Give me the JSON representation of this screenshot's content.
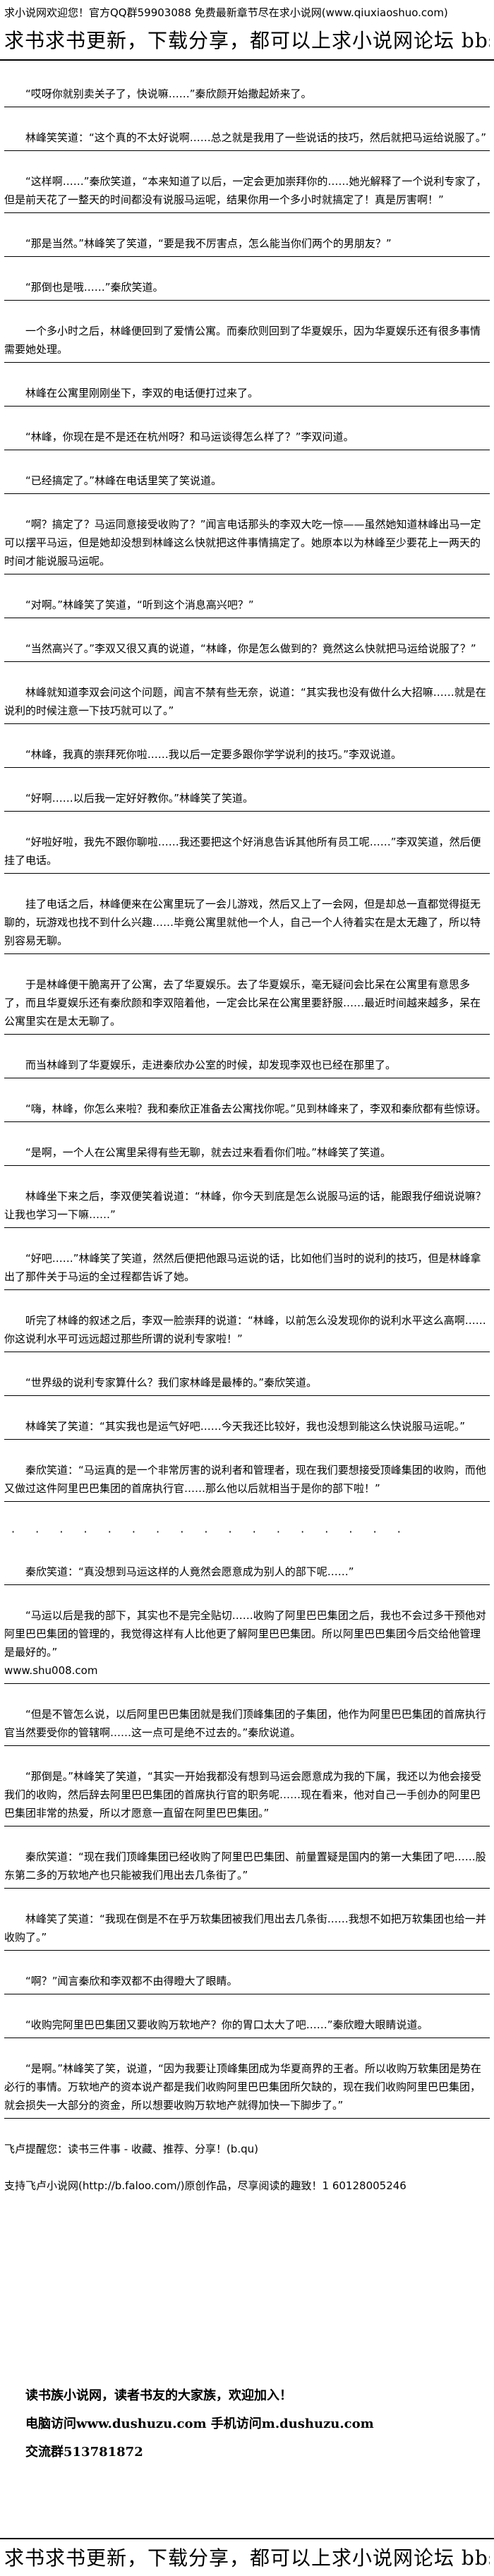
{
  "header": {
    "notice": "求小说网欢迎您！官方QQ群59903088 免费最新章节尽在求小说网(www.qiuxiaoshuo.com)",
    "banner": "求书求书更新，下载分享，都可以上求小说网论坛 bbs.qiuxiaoshuo.com"
  },
  "story": {
    "p1": "“哎呀你就别卖关子了，快说嘛……”秦欣颜开始撒起娇来了。",
    "p2": "林峰笑笑道：“这个真的不太好说啊……总之就是我用了一些说话的技巧，然后就把马运给说服了。”",
    "p3": "“这样啊……”秦欣笑道，“本来知道了以后，一定会更加崇拜你的……她光解释了一个说利专家了，但是前天花了一整天的时间都没有说服马运呢，结果你用一个多小时就搞定了！真是厉害啊！”",
    "p4": "“那是当然。”林峰笑了笑道，“要是我不厉害点，怎么能当你们两个的男朋友？”",
    "p5": "“那倒也是哦……”秦欣笑道。",
    "p6": "一个多小时之后，林峰便回到了爱情公寓。而秦欣则回到了华夏娱乐，因为华夏娱乐还有很多事情需要她处理。",
    "p7": "林峰在公寓里刚刚坐下，李双的电话便打过来了。",
    "p8": "“林峰，你现在是不是还在杭州呀？和马运谈得怎么样了？”李双问道。",
    "p9": "“已经搞定了。”林峰在电话里笑了笑说道。",
    "p10": "“啊？搞定了？马运同意接受收购了？”闻言电话那头的李双大吃一惊——虽然她知道林峰出马一定可以摆平马运，但是她却没想到林峰这么快就把这件事情搞定了。她原本以为林峰至少要花上一两天的时间才能说服马运呢。",
    "p11": "“对啊。”林峰笑了笑道，“听到这个消息高兴吧？”",
    "p12": "“当然高兴了。”李双又很又真的说道，“林峰，你是怎么做到的？竟然这么快就把马运给说服了？”",
    "p13": "林峰就知道李双会问这个问题，闻言不禁有些无奈，说道：“其实我也没有做什么大招嘛……就是在说利的时候注意一下技巧就可以了。”",
    "p14": "“林峰，我真的崇拜死你啦……我以后一定要多跟你学学说利的技巧。”李双说道。",
    "p15": "“好啊……以后我一定好好教你。”林峰笑了笑道。",
    "p16": "“好啦好啦，我先不跟你聊啦……我还要把这个好消息告诉其他所有员工呢……”李双笑道，然后便挂了电话。",
    "p17": "挂了电话之后，林峰便来在公寓里玩了一会儿游戏，然后又上了一会网，但是却总一直都觉得挺无聊的，玩游戏也找不到什么兴趣……毕竟公寓里就他一个人，自己一个人待着实在是太无趣了，所以特别容易无聊。",
    "p18": "于是林峰便干脆离开了公寓，去了华夏娱乐。去了华夏娱乐，毫无疑问会比呆在公寓里有意思多了，而且华夏娱乐还有秦欣颜和李双陪着他，一定会比呆在公寓里要舒服……最近时间越来越多，呆在公寓里实在是太无聊了。",
    "p19": "而当林峰到了华夏娱乐，走进秦欣办公室的时候，却发现李双也已经在那里了。",
    "p20": "“嗨，林峰，你怎么来啦？我和秦欣正准备去公寓找你呢。”见到林峰来了，李双和秦欣都有些惊讶。",
    "p21": "“是啊，一个人在公寓里呆得有些无聊，就去过来看看你们啦。”林峰笑了笑道。",
    "p22": "林峰坐下来之后，李双便笑着说道：“林峰，你今天到底是怎么说服马运的话，能跟我仔细说说嘛？让我也学习一下嘛……”",
    "p23": "“好吧……”林峰笑了笑道，然然后便把他跟马运说的话，比如他们当时的说利的技巧，但是林峰拿出了那件关于马运的全过程都告诉了她。",
    "p24": "听完了林峰的叙述之后，李双一脸崇拜的说道：“林峰，以前怎么没发现你的说利水平这么高啊……你这说利水平可远远超过那些所谓的说利专家啦！”",
    "p25": "“世界级的说利专家算什么？我们家林峰是最棒的。”秦欣笑道。",
    "p26": "林峰笑了笑道：“其实我也是运气好吧……今天我还比较好，我也没想到能这么快说服马运呢。”",
    "p27": "秦欣笑道：“马运真的是一个非常厉害的说利者和管理者，现在我们要想接受顶峰集团的收购，而他又做过这件阿里巴巴集团的首席执行官……那么他以后就相当于是你的部下啦！”",
    "dots": "· · · · · · · · · · · · · · · · ·",
    "p28": "秦欣笑道：“真没想到马运这样的人竟然会愿意成为别人的部下呢……”",
    "p29": "“马运以后是我的部下，其实也不是完全贴切……收购了阿里巴巴集团之后，我也不会过多干预他对阿里巴巴集团的管理的，我觉得这样有人比他更了解阿里巴巴集团。所以阿里巴巴集团今后交给他管理是最好的。”",
    "p29b": "www.shu008.com",
    "p30": "“但是不管怎么说，以后阿里巴巴集团就是我们顶峰集团的子集团，他作为阿里巴巴集团的首席执行官当然要受你的管辖啊……这一点可是绝不过去的。”秦欣说道。",
    "p31": "“那倒是。”林峰笑了笑道，“其实一开始我都没有想到马运会愿意成为我的下属，我还以为他会接受我们的收购，然后辞去阿里巴巴集团的首席执行官的职务呢……现在看来，他对自己一手创办的阿里巴巴集团非常的热爱，所以才愿意一直留在阿里巴巴集团。”",
    "p32": "秦欣笑道：“现在我们顶峰集团已经收购了阿里巴巴集团、前量置疑是国内的第一大集团了吧……股东第二多的万软地产也只能被我们甩出去几条街了。”",
    "p33": "林峰笑了笑道：“我现在倒是不在乎万软集团被我们甩出去几条街……我想不如把万软集团也给一并收购了。”",
    "p34": "“啊？”闻言秦欣和李双都不由得瞪大了眼睛。",
    "p35": "“收购完阿里巴巴集团又要收购万软地产？你的胃口太大了吧……”秦欣瞪大眼睛说道。",
    "p36": "“是啊。”林峰笑了笑，说道，“因为我要让顶峰集团成为华夏商界的王者。所以收购万软集团是势在必行的事情。万软地产的资本说产都是我们收购阿里巴巴集团所欠缺的，现在我们收购阿里巴巴集团，就会损失一大部分的资金，所以想要收购万软地产就得加快一下脚步了。”",
    "p37": "飞卢提醒您：读书三件事 - 收藏、推荐、分享！(b.qu)",
    "p38": "支持飞卢小说网(http://b.faloo.com/)原创作品，尽享阅读的趣致！1 60128005246"
  },
  "promo": {
    "line1": "读书族小说网，读者书友的大家族，欢迎加入！",
    "line2": "电脑访问www.dushuzu.com 手机访问m.dushuzu.com",
    "line3": "交流群513781872"
  }
}
